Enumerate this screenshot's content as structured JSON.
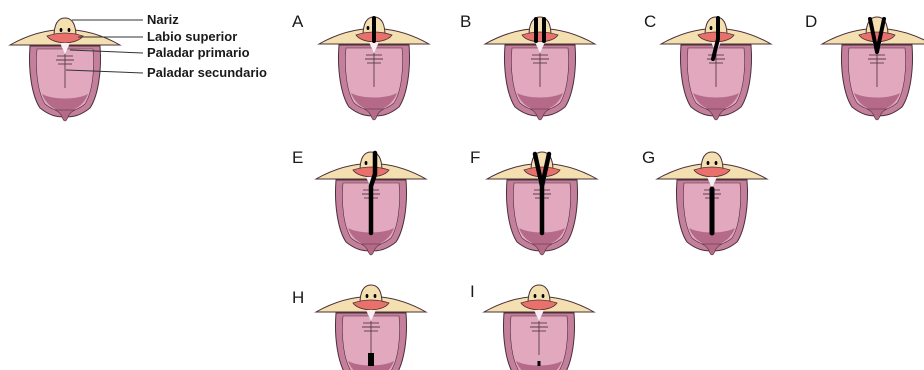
{
  "legend": {
    "nose": "Nariz",
    "upper_lip": "Labio superior",
    "primary_palate": "Paladar primario",
    "secondary_palate": "Paladar secundario"
  },
  "panels": [
    {
      "id": "ref",
      "label": "",
      "cleft": "none"
    },
    {
      "id": "A",
      "label": "A",
      "cleft": "lip-unilateral-incomplete"
    },
    {
      "id": "B",
      "label": "B",
      "cleft": "lip-bilateral-incomplete"
    },
    {
      "id": "C",
      "label": "C",
      "cleft": "lip-primary-unilateral"
    },
    {
      "id": "D",
      "label": "D",
      "cleft": "lip-primary-bilateral"
    },
    {
      "id": "E",
      "label": "E",
      "cleft": "lip-palate-unilateral-complete"
    },
    {
      "id": "F",
      "label": "F",
      "cleft": "lip-palate-bilateral-complete"
    },
    {
      "id": "G",
      "label": "G",
      "cleft": "secondary-palate-complete"
    },
    {
      "id": "H",
      "label": "H",
      "cleft": "secondary-palate-posterior"
    },
    {
      "id": "I",
      "label": "I",
      "cleft": "uvula-only"
    }
  ],
  "colors": {
    "skin": "#f4dfb1",
    "lip": "#e8716b",
    "palate": "#d996ae",
    "palate_light": "#e7b9c9",
    "palate_dark": "#b46a88",
    "outline": "#4a3038",
    "cleft": "#000000"
  }
}
